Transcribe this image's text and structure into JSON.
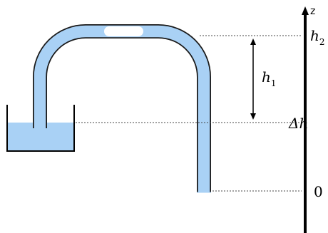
{
  "colors": {
    "liquid": "#a9d1f5",
    "tube_outline": "#1a1a1a",
    "bubble": "#ffffff",
    "line": "#000000",
    "guide": "#444444"
  },
  "labels": {
    "axis": "z",
    "h2_base": "h",
    "h2_sub": "2",
    "h1_base": "h",
    "h1_sub": "1",
    "delta_h": "Δh",
    "zero": "0"
  }
}
